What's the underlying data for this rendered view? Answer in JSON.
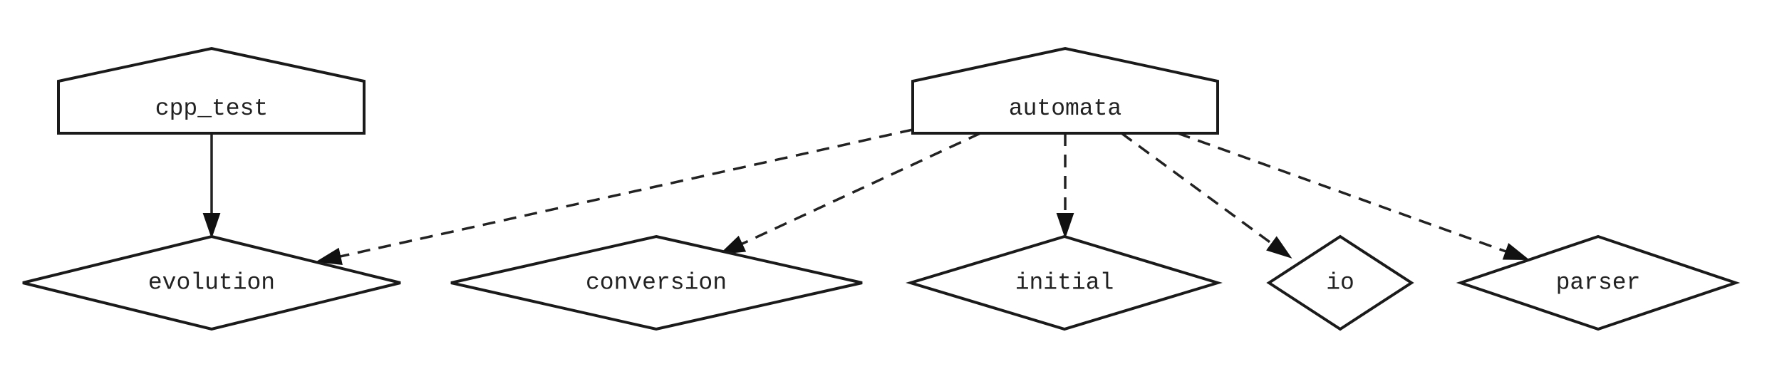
{
  "nodes": [
    {
      "id": "cpp_test",
      "label": "cpp_test",
      "shape": "house"
    },
    {
      "id": "automata",
      "label": "automata",
      "shape": "house"
    },
    {
      "id": "evolution",
      "label": "evolution",
      "shape": "diamond"
    },
    {
      "id": "conversion",
      "label": "conversion",
      "shape": "diamond"
    },
    {
      "id": "initial",
      "label": "initial",
      "shape": "diamond"
    },
    {
      "id": "io",
      "label": "io",
      "shape": "diamond"
    },
    {
      "id": "parser",
      "label": "parser",
      "shape": "diamond"
    }
  ],
  "edges": [
    {
      "from": "cpp_test",
      "to": "evolution",
      "style": "solid"
    },
    {
      "from": "automata",
      "to": "evolution",
      "style": "dashed"
    },
    {
      "from": "automata",
      "to": "conversion",
      "style": "dashed"
    },
    {
      "from": "automata",
      "to": "initial",
      "style": "dashed"
    },
    {
      "from": "automata",
      "to": "io",
      "style": "dashed"
    },
    {
      "from": "automata",
      "to": "parser",
      "style": "dashed"
    }
  ]
}
